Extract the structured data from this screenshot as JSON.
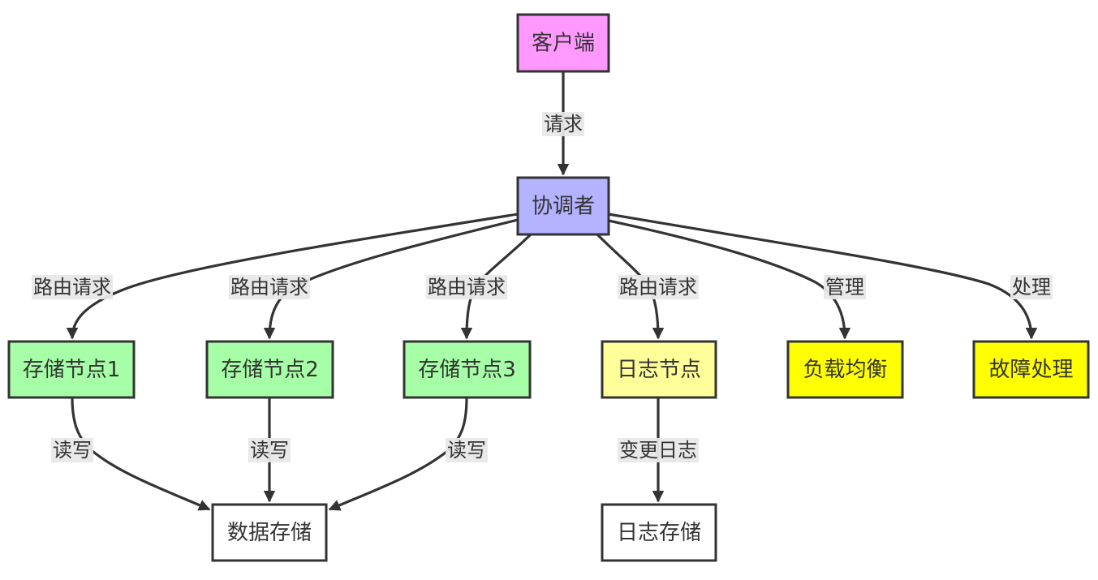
{
  "colors": {
    "client": "#ff99ff",
    "coordinator": "#b3b3ff",
    "storage": "#a6ffa6",
    "log": "#ffff99",
    "control": "#ffff00",
    "sink": "#ffffff",
    "stroke": "#333333"
  },
  "nodes": {
    "client": {
      "label": "客户端",
      "color_key": "client"
    },
    "coordinator": {
      "label": "协调者",
      "color_key": "coordinator"
    },
    "storage1": {
      "label": "存储节点1",
      "color_key": "storage"
    },
    "storage2": {
      "label": "存储节点2",
      "color_key": "storage"
    },
    "storage3": {
      "label": "存储节点3",
      "color_key": "storage"
    },
    "lognode": {
      "label": "日志节点",
      "color_key": "log"
    },
    "loadbalance": {
      "label": "负载均衡",
      "color_key": "control"
    },
    "failover": {
      "label": "故障处理",
      "color_key": "control"
    },
    "datastore": {
      "label": "数据存储",
      "color_key": "sink"
    },
    "logstore": {
      "label": "日志存储",
      "color_key": "sink"
    }
  },
  "edges": [
    {
      "from": "client",
      "to": "coordinator",
      "label": "请求"
    },
    {
      "from": "coordinator",
      "to": "storage1",
      "label": "路由请求"
    },
    {
      "from": "coordinator",
      "to": "storage2",
      "label": "路由请求"
    },
    {
      "from": "coordinator",
      "to": "storage3",
      "label": "路由请求"
    },
    {
      "from": "coordinator",
      "to": "lognode",
      "label": "路由请求"
    },
    {
      "from": "coordinator",
      "to": "loadbalance",
      "label": "管理"
    },
    {
      "from": "coordinator",
      "to": "failover",
      "label": "处理"
    },
    {
      "from": "storage1",
      "to": "datastore",
      "label": "读写"
    },
    {
      "from": "storage2",
      "to": "datastore",
      "label": "读写"
    },
    {
      "from": "storage3",
      "to": "datastore",
      "label": "读写"
    },
    {
      "from": "lognode",
      "to": "logstore",
      "label": "变更日志"
    }
  ]
}
